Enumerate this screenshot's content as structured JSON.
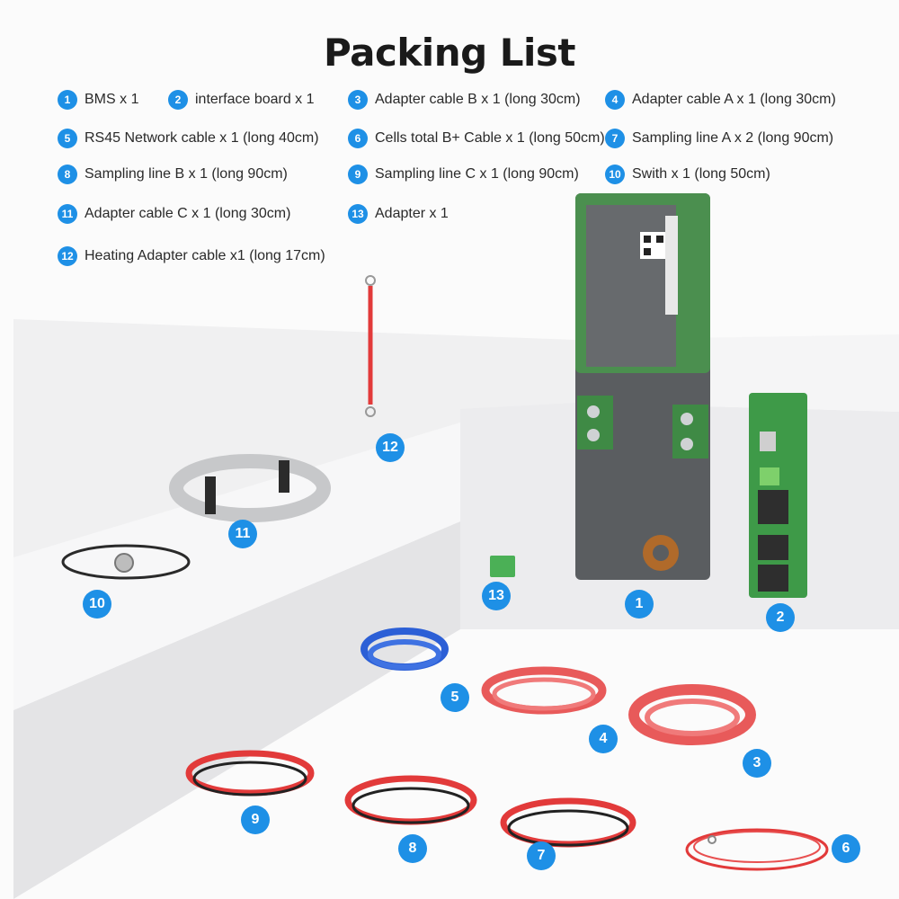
{
  "title": "Packing List",
  "colors": {
    "accent": "#1e90e6",
    "wire_red": "#e23a3a",
    "pcb_green": "#3a9a48"
  },
  "legend": [
    {
      "n": "1",
      "text": "BMS x 1"
    },
    {
      "n": "2",
      "text": "interface board  x 1"
    },
    {
      "n": "3",
      "text": "Adapter cable B x 1 (long 30cm)"
    },
    {
      "n": "4",
      "text": "Adapter cable A x 1 (long 30cm)"
    },
    {
      "n": "5",
      "text": "RS45 Network cable x 1 (long 40cm)"
    },
    {
      "n": "6",
      "text": "Cells total B+ Cable x 1 (long 50cm)"
    },
    {
      "n": "7",
      "text": "Sampling line A x 2 (long 90cm)"
    },
    {
      "n": "8",
      "text": "Sampling line B x 1 (long 90cm)"
    },
    {
      "n": "9",
      "text": "Sampling line C x 1 (long 90cm)"
    },
    {
      "n": "10",
      "text": "Swith x 1 (long 50cm)"
    },
    {
      "n": "11",
      "text": "Adapter cable C x 1 (long 30cm)"
    },
    {
      "n": "13",
      "text": "Adapter x 1"
    },
    {
      "n": "12",
      "text": "Heating Adapter cable x1  (long 17cm)"
    }
  ],
  "markers": [
    {
      "n": "1"
    },
    {
      "n": "2"
    },
    {
      "n": "3"
    },
    {
      "n": "4"
    },
    {
      "n": "5"
    },
    {
      "n": "6"
    },
    {
      "n": "7"
    },
    {
      "n": "8"
    },
    {
      "n": "9"
    },
    {
      "n": "10"
    },
    {
      "n": "11"
    },
    {
      "n": "12"
    },
    {
      "n": "13"
    }
  ]
}
